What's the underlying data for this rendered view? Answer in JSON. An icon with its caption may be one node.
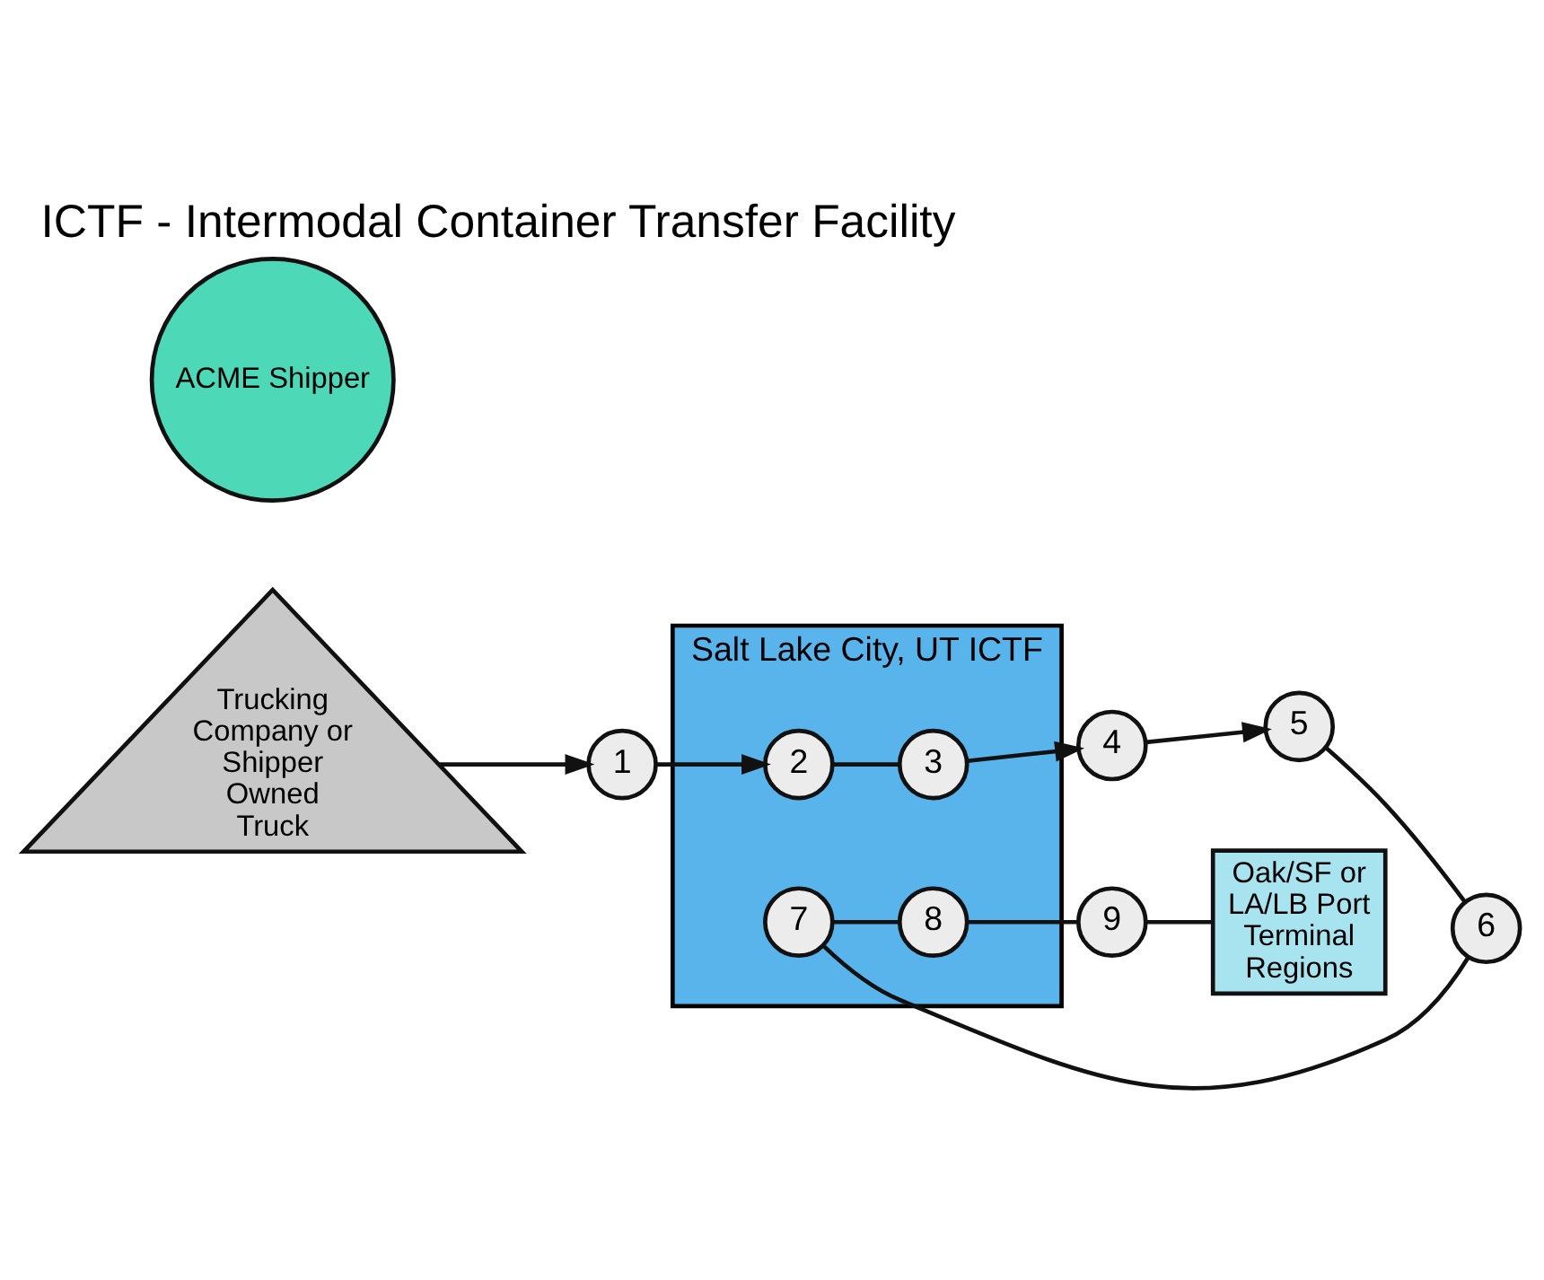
{
  "diagram": {
    "title": "ICTF - Intermodal Container Transfer Facility",
    "nodes": [
      {
        "text": [
          "Salt Lake City, UT ICTF"
        ]
      },
      {
        "text": [
          "Trucking Company or Shipper Owned Truck"
        ]
      },
      {
        "text": [
          "1"
        ]
      },
      {
        "text": [
          "2"
        ],
        "in": 0
      },
      {
        "text": [
          "3"
        ],
        "in": 0
      },
      {
        "text": [
          "4"
        ]
      },
      {
        "text": [
          "ACME Shipper"
        ]
      },
      {
        "text": [
          "5"
        ]
      },
      {
        "text": [
          "6"
        ]
      },
      {
        "text": [
          "7"
        ],
        "in": 0
      },
      {
        "text": [
          "8"
        ],
        "in": 0
      },
      {
        "text": [
          "9"
        ]
      },
      {
        "text": [
          "Oak/SF or LA/LB Port Terminal Regions"
        ]
      }
    ],
    "edges": [
      {
        "from": 1,
        "to": 2,
        "arrow": "to"
      },
      {
        "from": 2,
        "to": 3,
        "arrow": "to"
      },
      {
        "from": 3,
        "to": 4,
        "arrow": "none"
      },
      {
        "from": 4,
        "to": 5,
        "arrow": "to"
      },
      {
        "from": 5,
        "to": 7,
        "arrow": "to"
      },
      {
        "from": 7,
        "to": 8,
        "arrow": "none"
      },
      {
        "from": 8,
        "to": 9,
        "arrow": "none"
      },
      {
        "from": 9,
        "to": 10,
        "arrow": "none"
      },
      {
        "from": 10,
        "to": 11,
        "arrow": "none"
      },
      {
        "from": 11,
        "to": 12,
        "arrow": "none"
      }
    ]
  }
}
